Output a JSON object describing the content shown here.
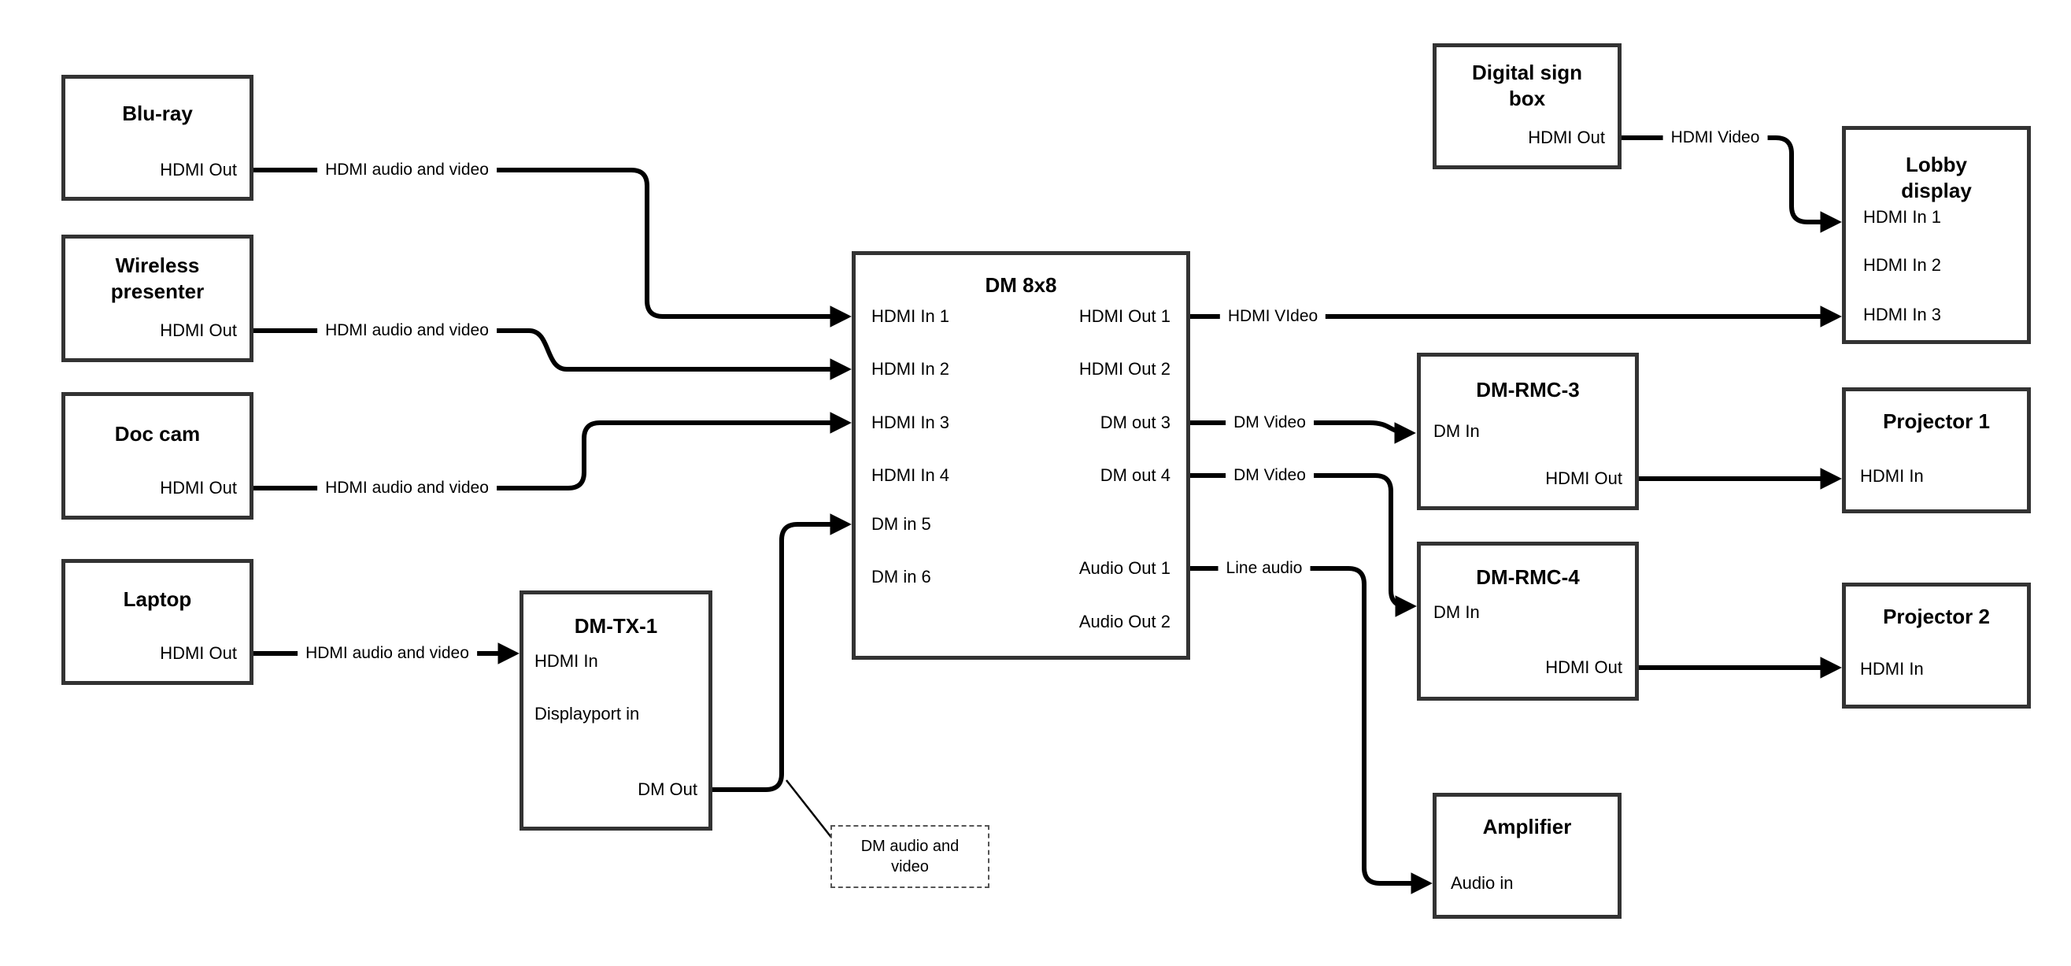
{
  "diagram": {
    "nodes": {
      "bluray": {
        "title": "Blu-ray",
        "ports": {
          "hdmi_out": "HDMI Out"
        }
      },
      "wireless_presenter": {
        "title": "Wireless presenter",
        "ports": {
          "hdmi_out": "HDMI Out"
        }
      },
      "doc_cam": {
        "title": "Doc cam",
        "ports": {
          "hdmi_out": "HDMI Out"
        }
      },
      "laptop": {
        "title": "Laptop",
        "ports": {
          "hdmi_out": "HDMI Out"
        }
      },
      "dm_tx_1": {
        "title": "DM-TX-1",
        "ports": {
          "hdmi_in": "HDMI In",
          "displayport_in": "Displayport in",
          "dm_out": "DM Out"
        }
      },
      "dm_8x8": {
        "title": "DM 8x8",
        "ports": {
          "hdmi_in_1": "HDMI In 1",
          "hdmi_in_2": "HDMI In 2",
          "hdmi_in_3": "HDMI In 3",
          "hdmi_in_4": "HDMI In 4",
          "dm_in_5": "DM in 5",
          "dm_in_6": "DM in 6",
          "hdmi_out_1": "HDMI Out 1",
          "hdmi_out_2": "HDMI Out 2",
          "dm_out_3": "DM out 3",
          "dm_out_4": "DM out 4",
          "audio_out_1": "Audio Out 1",
          "audio_out_2": "Audio Out 2"
        }
      },
      "digital_sign_box": {
        "title": "Digital sign box",
        "ports": {
          "hdmi_out": "HDMI Out"
        }
      },
      "lobby_display": {
        "title": "Lobby display",
        "ports": {
          "hdmi_in_1": "HDMI In 1",
          "hdmi_in_2": "HDMI In 2",
          "hdmi_in_3": "HDMI In 3"
        }
      },
      "dm_rmc_3": {
        "title": "DM-RMC-3",
        "ports": {
          "dm_in": "DM In",
          "hdmi_out": "HDMI Out"
        }
      },
      "projector_1": {
        "title": "Projector 1",
        "ports": {
          "hdmi_in": "HDMI In"
        }
      },
      "dm_rmc_4": {
        "title": "DM-RMC-4",
        "ports": {
          "dm_in": "DM In",
          "hdmi_out": "HDMI Out"
        }
      },
      "projector_2": {
        "title": "Projector 2",
        "ports": {
          "hdmi_in": "HDMI In"
        }
      },
      "amplifier": {
        "title": "Amplifier",
        "ports": {
          "audio_in": "Audio in"
        }
      }
    },
    "edge_labels": {
      "bluray_to_dm8x8": "HDMI audio and video",
      "wireless_to_dm8x8": "HDMI audio and video",
      "doccam_to_dm8x8": "HDMI audio and video",
      "laptop_to_dmtx1": "HDMI audio and video",
      "hdmiout1_to_lobby": "HDMI VIdeo",
      "dmout3_to_rmc3": "DM Video",
      "dmout4_to_rmc4": "DM Video",
      "audioout1_to_amp": "Line audio",
      "sign_to_lobby": "HDMI Video"
    },
    "callout": {
      "text": "DM audio and video"
    },
    "colors": {
      "line": "#000000",
      "box_border": "#333333",
      "background": "#ffffff",
      "text": "#000000"
    }
  }
}
